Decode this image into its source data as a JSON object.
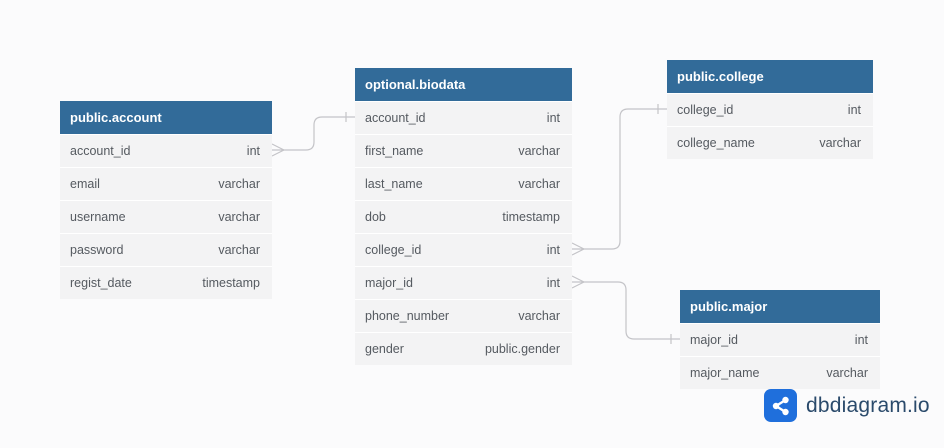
{
  "tables": [
    {
      "id": "account",
      "name": "public.account",
      "columns": [
        {
          "name": "account_id",
          "type": "int"
        },
        {
          "name": "email",
          "type": "varchar"
        },
        {
          "name": "username",
          "type": "varchar"
        },
        {
          "name": "password",
          "type": "varchar"
        },
        {
          "name": "regist_date",
          "type": "timestamp"
        }
      ]
    },
    {
      "id": "biodata",
      "name": "optional.biodata",
      "columns": [
        {
          "name": "account_id",
          "type": "int"
        },
        {
          "name": "first_name",
          "type": "varchar"
        },
        {
          "name": "last_name",
          "type": "varchar"
        },
        {
          "name": "dob",
          "type": "timestamp"
        },
        {
          "name": "college_id",
          "type": "int"
        },
        {
          "name": "major_id",
          "type": "int"
        },
        {
          "name": "phone_number",
          "type": "varchar"
        },
        {
          "name": "gender",
          "type": "public.gender"
        }
      ]
    },
    {
      "id": "college",
      "name": "public.college",
      "columns": [
        {
          "name": "college_id",
          "type": "int"
        },
        {
          "name": "college_name",
          "type": "varchar"
        }
      ]
    },
    {
      "id": "major",
      "name": "public.major",
      "columns": [
        {
          "name": "major_id",
          "type": "int"
        },
        {
          "name": "major_name",
          "type": "varchar"
        }
      ]
    }
  ],
  "relationships": [
    {
      "from": "account.account_id",
      "from_card": "many",
      "to": "biodata.account_id",
      "to_card": "one"
    },
    {
      "from": "biodata.college_id",
      "from_card": "many",
      "to": "college.college_id",
      "to_card": "one"
    },
    {
      "from": "biodata.major_id",
      "from_card": "many",
      "to": "major.major_id",
      "to_card": "one"
    }
  ],
  "brand": {
    "text": "dbdiagram.io",
    "icon": "share-icon",
    "color": "#1f6fdc"
  },
  "colors": {
    "header": "#326b99",
    "body": "#f3f3f4",
    "line": "#c4c4c8"
  }
}
